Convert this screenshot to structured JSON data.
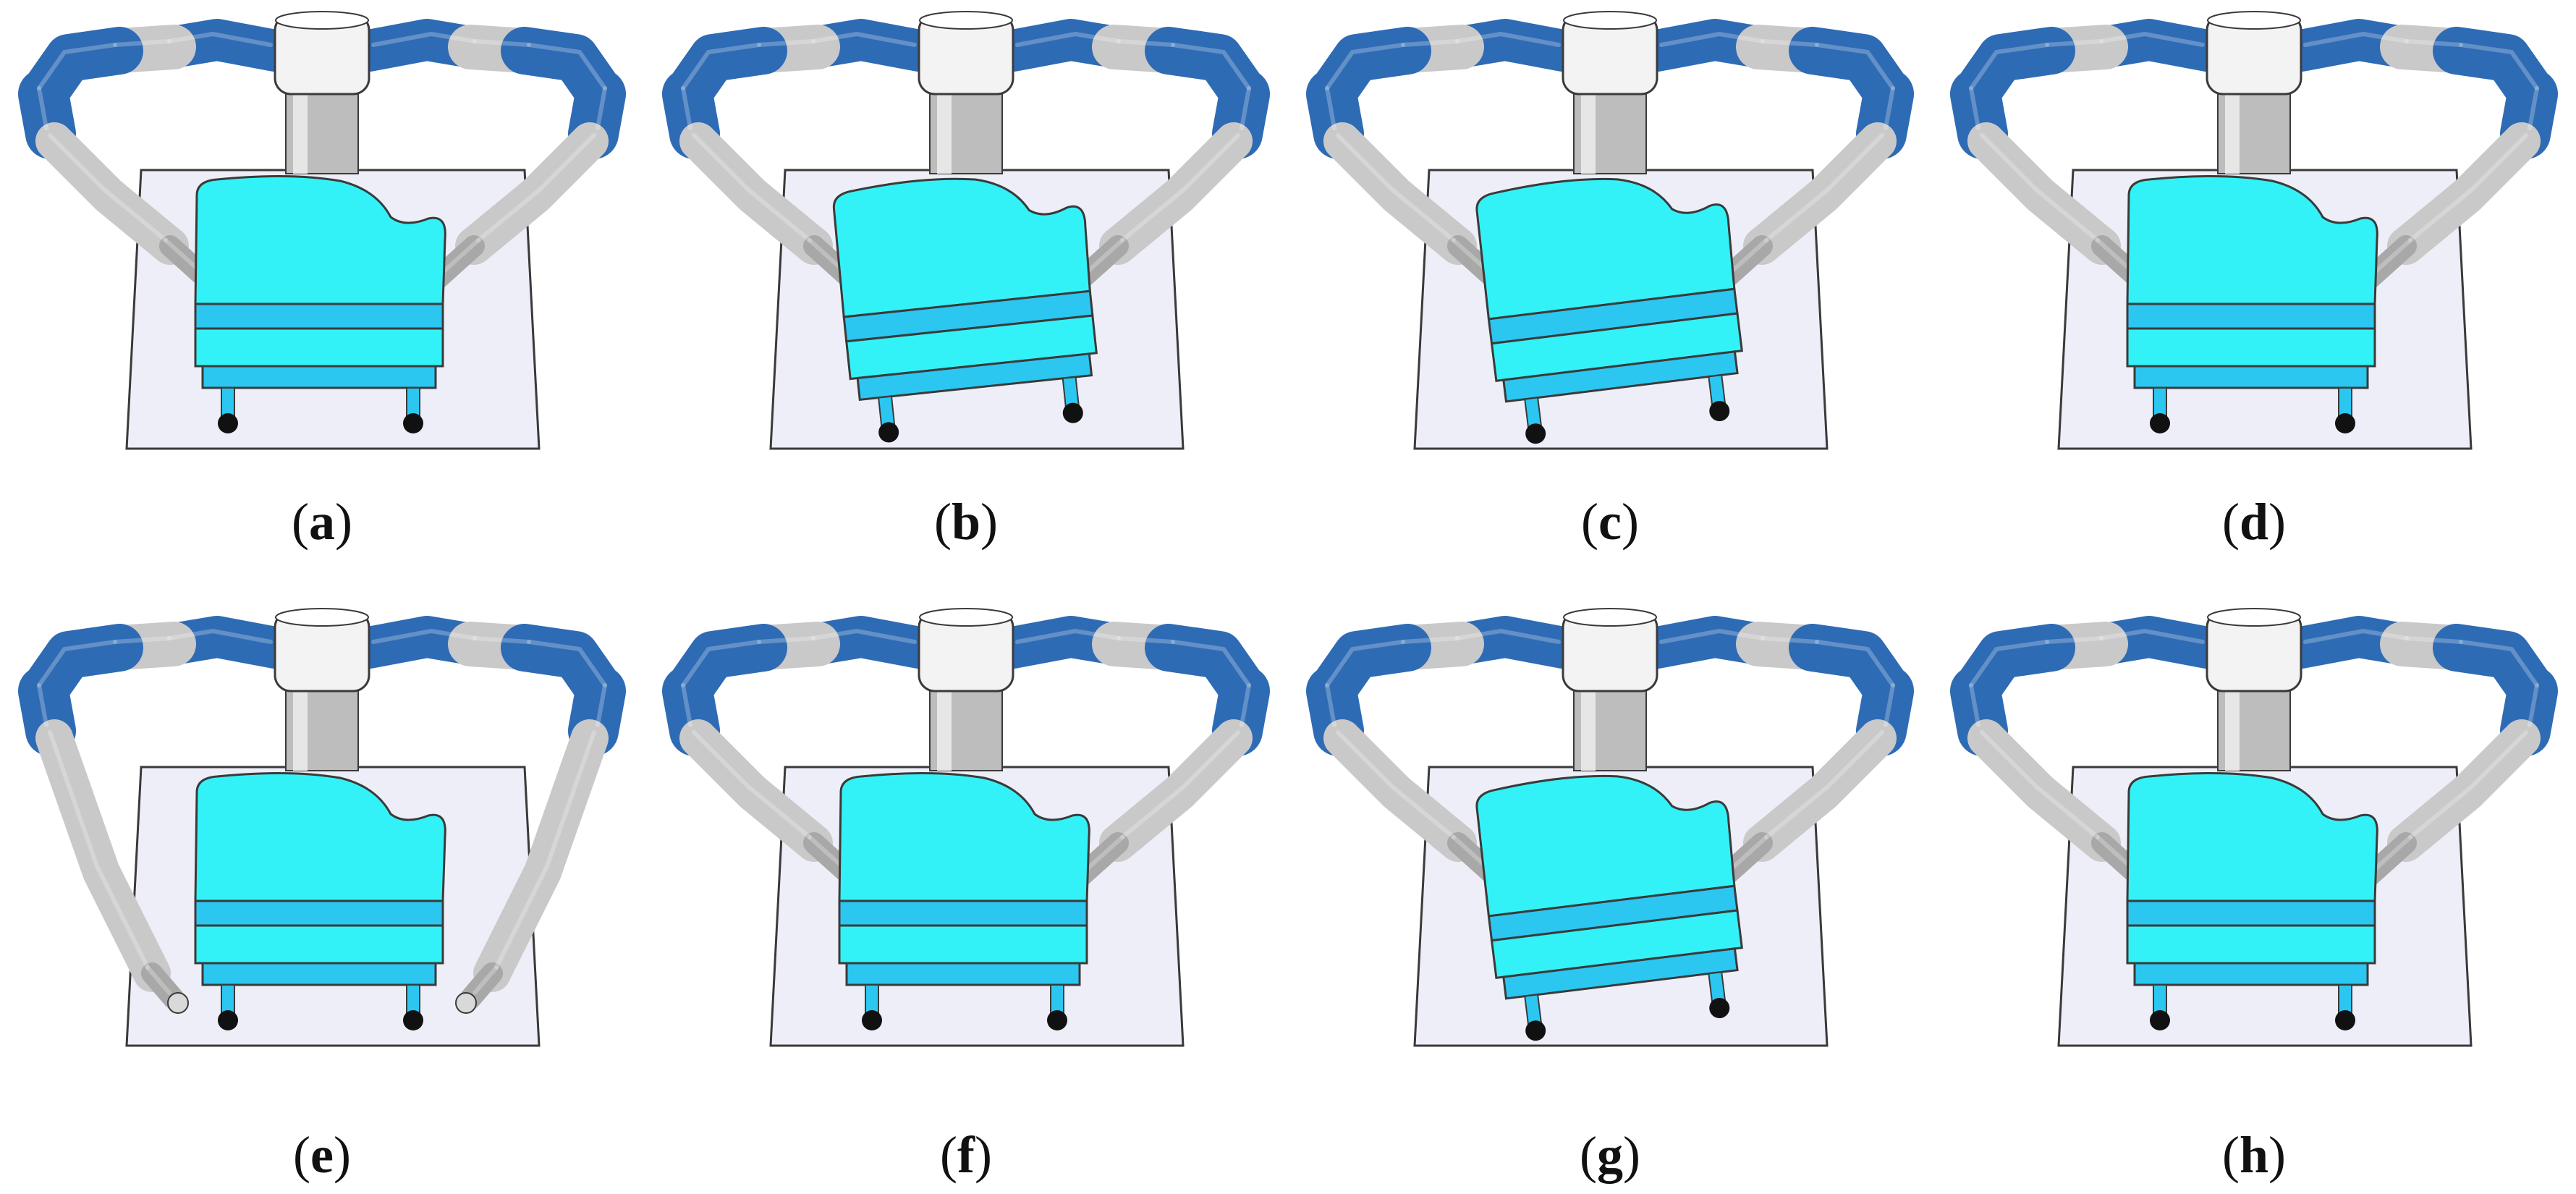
{
  "figure": {
    "panels": [
      {
        "label": "a"
      },
      {
        "label": "b"
      },
      {
        "label": "c"
      },
      {
        "label": "d"
      },
      {
        "label": "e"
      },
      {
        "label": "f"
      },
      {
        "label": "g"
      },
      {
        "label": "h"
      }
    ]
  },
  "colors": {
    "robot_blue": "#2e6bb5",
    "robot_grey": "#c9c9c9",
    "object_cyan": "#33f2f7",
    "object_band": "#2bc7f0",
    "table_fill": "#eeeef8",
    "leg_black": "#111111"
  }
}
